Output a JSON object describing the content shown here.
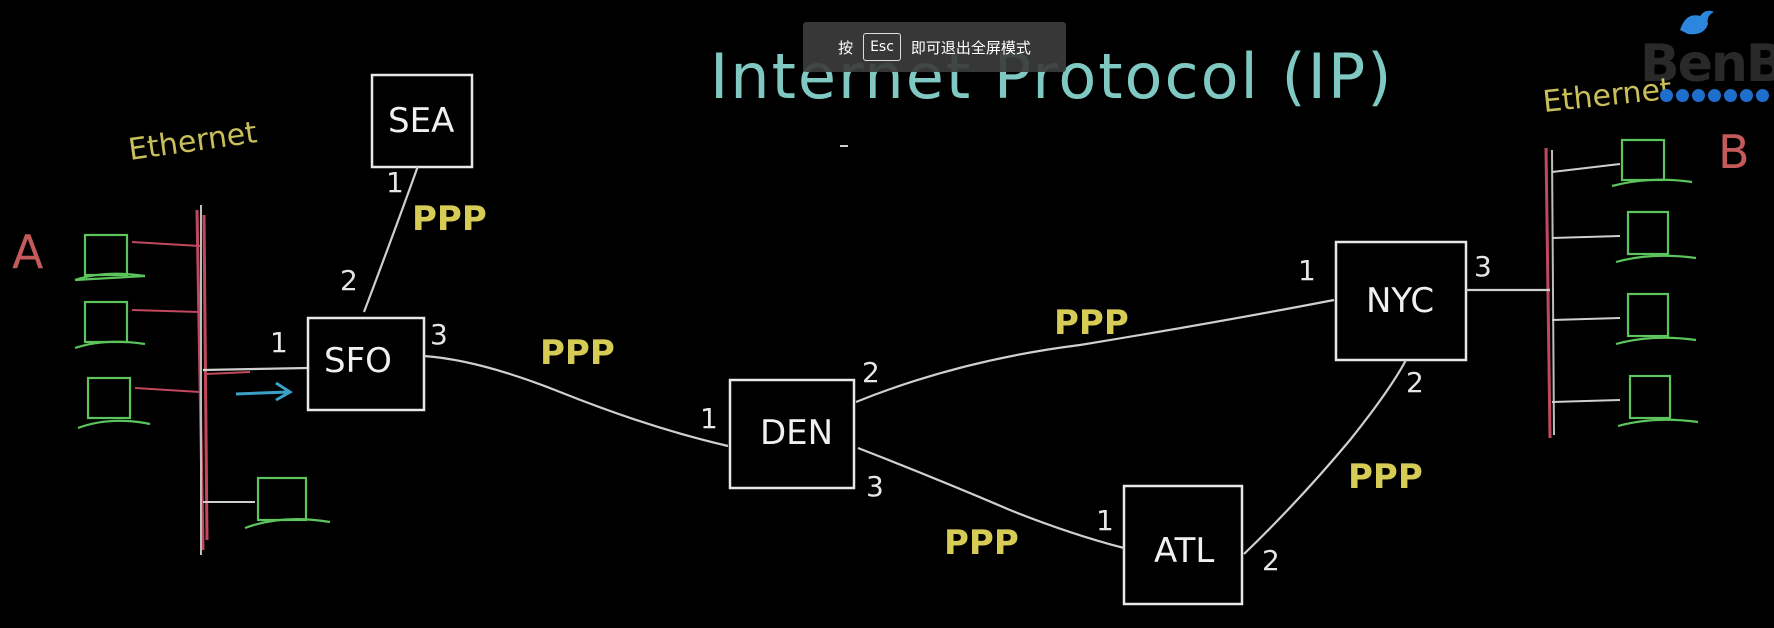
{
  "title": "Internet Protocol (IP)",
  "overlay": {
    "prefix": "按",
    "key": "Esc",
    "suffix": "即可退出全屏模式"
  },
  "logo": {
    "text": "BenBl",
    "icon": "bird-icon"
  },
  "networks": {
    "left": {
      "label": "Ethernet",
      "host_group": "A"
    },
    "right": {
      "label": "Ethernet",
      "host_group": "B"
    }
  },
  "routers": {
    "sea": "SEA",
    "sfo": "SFO",
    "den": "DEN",
    "nyc": "NYC",
    "atl": "ATL"
  },
  "links": {
    "sea_sfo": "PPP",
    "sfo_den": "PPP",
    "den_nyc": "PPP",
    "den_atl": "PPP",
    "atl_nyc": "PPP"
  },
  "ports": {
    "sea_1": "1",
    "sfo_2": "2",
    "sfo_1": "1",
    "sfo_3": "3",
    "den_1": "1",
    "den_2": "2",
    "den_3": "3",
    "nyc_1": "1",
    "nyc_3": "3",
    "nyc_2": "2",
    "atl_1": "1",
    "atl_2": "2"
  },
  "colors": {
    "background": "#000000",
    "title": "#7fc9c2",
    "ethernet_label": "#c9bf5a",
    "ppp_label": "#d6cc55",
    "host_label": "#c45a5a",
    "bus": "#c2485e",
    "computer": "#5cc45c",
    "router": "#e8e8e8",
    "arrow": "#3aa0c8",
    "logo_dots": "#1e6ecc"
  }
}
